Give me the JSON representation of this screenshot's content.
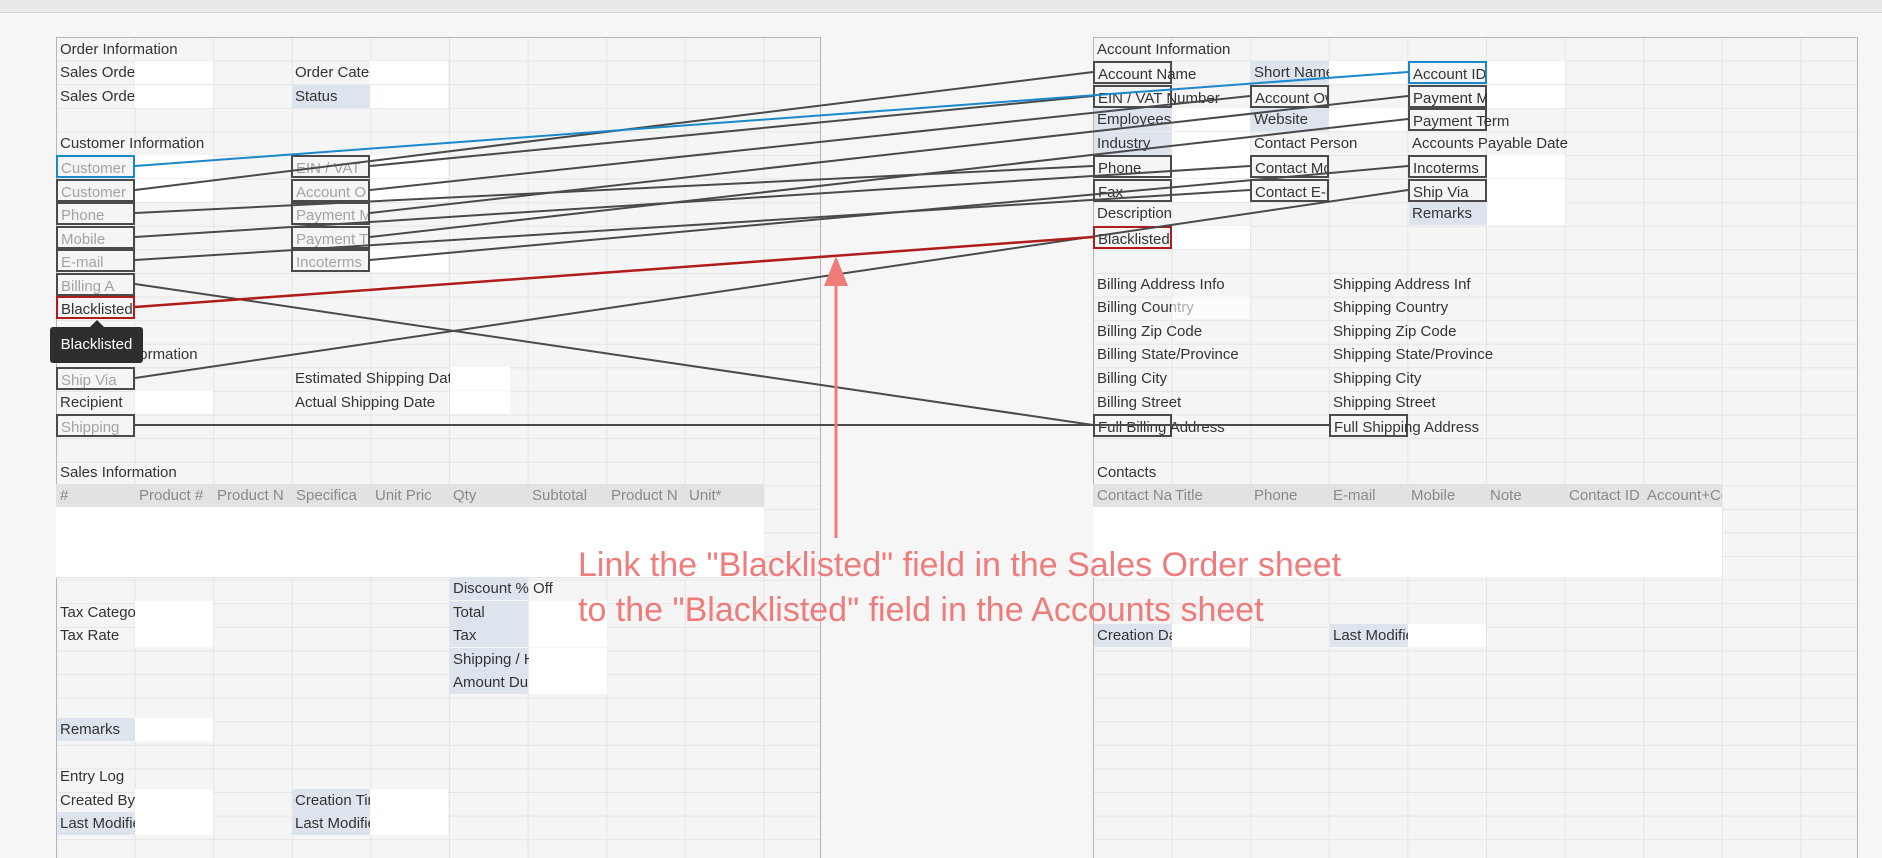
{
  "order_sheet": {
    "order_info": "Order Information",
    "sales_order_no": "Sales Order #",
    "sales_order_date": "Sales Order Date",
    "order_category": "Order Category",
    "status": "Status",
    "customer_info": "Customer Information",
    "customer_1": "Customer",
    "customer_2": "Customer",
    "phone": "Phone",
    "mobile": "Mobile",
    "email": "E-mail",
    "billing_a": "Billing A",
    "blacklisted": "Blacklisted",
    "ein_vat": "EIN / VAT",
    "account_o": "Account O",
    "payment_m": "Payment M",
    "payment_t": "Payment T",
    "incoterms": "Incoterms",
    "shipping_info": "Shipping Information",
    "ship_via": "Ship Via",
    "recipient": "Recipient",
    "shipping": "Shipping",
    "est_ship_date": "Estimated Shipping Date",
    "act_ship_date": "Actual Shipping Date",
    "sales_info": "Sales Information",
    "columns": [
      "#",
      "Product #",
      "Product N",
      "Specifica",
      "Unit Pric",
      "Qty",
      "Subtotal",
      "Product N",
      "Unit*"
    ],
    "tax_category": "Tax Category",
    "tax_rate": "Tax Rate",
    "discount": "Discount % Off",
    "total": "Total",
    "tax": "Tax",
    "shipping_handling": "Shipping / Handling",
    "amount_due": "Amount Due",
    "remarks": "Remarks",
    "entry_log": "Entry Log",
    "created_by": "Created By",
    "last_modified_by": "Last Modified By",
    "creation_time": "Creation Time",
    "last_modified_time": "Last Modified Time"
  },
  "tooltip": "Blacklisted",
  "account_sheet": {
    "account_info": "Account Information",
    "account_name": "Account Name",
    "ein_vat_number": "EIN / VAT Number",
    "employees": "Employees",
    "industry": "Industry",
    "phone": "Phone",
    "fax": "Fax",
    "description": "Description",
    "blacklisted": "Blacklisted",
    "short_name": "Short Name",
    "account_owner": "Account Owner",
    "website": "Website",
    "contact_person": "Contact Person",
    "contact_mobile": "Contact Mobile",
    "contact_email": "Contact E-mail",
    "account_id": "Account ID",
    "payment_method": "Payment Method",
    "payment_term": "Payment Term",
    "accounts_payable_date": "Accounts Payable Date",
    "incoterms": "Incoterms",
    "ship_via": "Ship Via",
    "remarks": "Remarks",
    "billing_address_info": "Billing Address Info",
    "billing_country": "Billing Country",
    "billing_zip": "Billing Zip Code",
    "billing_state": "Billing State/Province",
    "billing_city": "Billing City",
    "billing_street": "Billing Street",
    "full_billing": "Full Billing Address",
    "shipping_address_info": "Shipping Address Inf",
    "shipping_country": "Shipping Country",
    "shipping_zip": "Shipping Zip Code",
    "shipping_state": "Shipping State/Province",
    "shipping_city": "Shipping City",
    "shipping_street": "Shipping Street",
    "full_shipping": "Full Shipping Address",
    "contacts": "Contacts",
    "contact_columns": [
      "Contact Na",
      "Title",
      "Phone",
      "E-mail",
      "Mobile",
      "Note",
      "Contact ID",
      "Account+Co"
    ],
    "creation_date": "Creation Date",
    "last_modified_date": "Last Modified Date"
  },
  "instruction_line1": "Link the \"Blacklisted\" field in the Sales Order sheet",
  "instruction_line2": "to the \"Blacklisted\" field in the Accounts sheet",
  "colors": {
    "link": "#4a4a4a",
    "primary_link": "#1a88c9",
    "target_link": "#b01c1c",
    "annotation": "#ef7b7b"
  }
}
